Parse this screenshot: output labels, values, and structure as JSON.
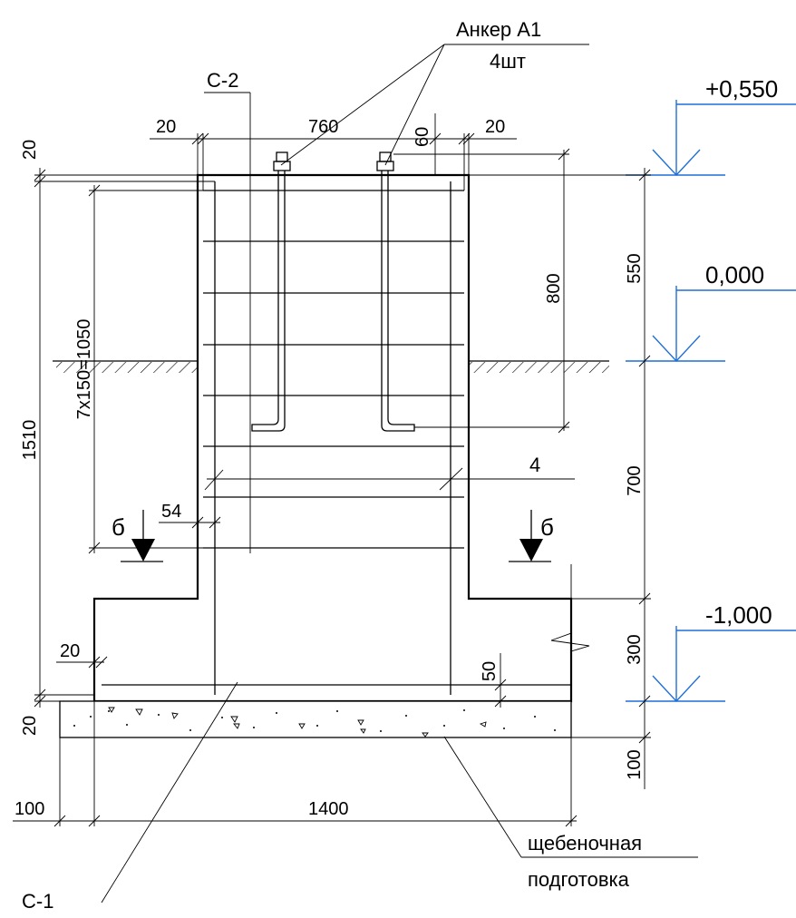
{
  "labels": {
    "anchor_title": "Анкер А1",
    "anchor_count": "4шт",
    "rebar_top": "С-2",
    "rebar_bottom": "С-1",
    "position_4": "4",
    "section_left": "б",
    "section_right": "б",
    "gravel_line1": "щебеночная",
    "gravel_line2": "подготовка"
  },
  "levels": {
    "top": "+0,550",
    "ground": "0,000",
    "bottom": "-1,000"
  },
  "dimensions": {
    "top_left_cover": "20",
    "top_width": "760",
    "anchor_offset": "60",
    "top_right_cover": "20",
    "top_vertical_cover": "20",
    "stirrup_spacing": "7х150=1050",
    "total_height": "1510",
    "anchor_length": "800",
    "above_ground": "550",
    "below_ground": "700",
    "slab_height": "300",
    "bottom_cover_vertical": "50",
    "side_cover": "54",
    "slab_left_cover": "20",
    "bottom_vertical_cover": "20",
    "gravel_thickness": "100",
    "gravel_overhang": "100",
    "base_width": "1400"
  }
}
